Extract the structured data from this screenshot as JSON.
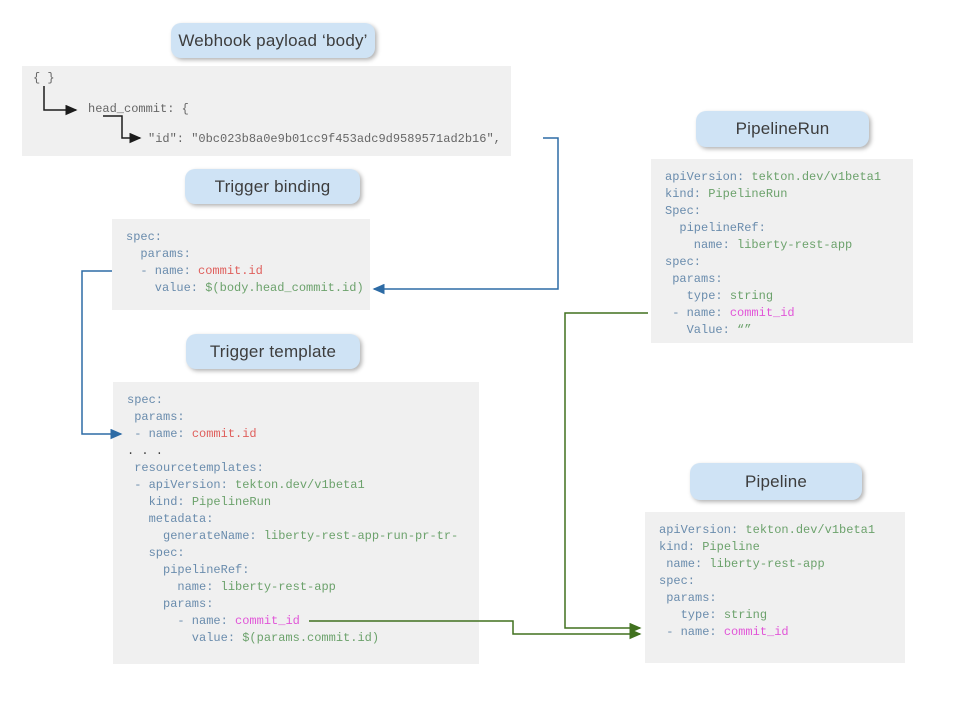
{
  "colors": {
    "background": "#ffffff",
    "label_bg": "#cfe3f5",
    "label_text": "#3d3d3d",
    "box_bg": "#f0f0f0",
    "key": "#6a8cad",
    "value_green": "#6ca26c",
    "param_red": "#df5f5c",
    "param_magenta": "#e156d8",
    "plain_gray": "#666666",
    "dots_gray": "#414141",
    "arrow_blue": "#2d6ba5",
    "arrow_green": "#40711f",
    "arrow_black": "#1c1c1c"
  },
  "labels": {
    "webhook": "Webhook payload ‘body’",
    "trigger_binding": "Trigger binding",
    "trigger_template": "Trigger template",
    "pipeline_run": "PipelineRun",
    "pipeline": "Pipeline"
  },
  "webhook_box": {
    "line_braces": "{ }",
    "line_head_commit": "head_commit: {",
    "line_id": "\"id\": \"0bc023b8a0e9b01cc9f453adc9d9589571ad2b16\","
  },
  "code_blocks": {
    "trigger_binding": {
      "lines": [
        [
          [
            "k",
            "spec:"
          ]
        ],
        [
          [
            "k",
            "  params:"
          ]
        ],
        [
          [
            "k",
            "  - name: "
          ],
          [
            "r",
            "commit.id"
          ]
        ],
        [
          [
            "k",
            "    value: "
          ],
          [
            "v",
            "$(body.head_commit.id)"
          ]
        ]
      ]
    },
    "trigger_template": {
      "lines": [
        [
          [
            "k",
            "spec:"
          ]
        ],
        [
          [
            "k",
            " params:"
          ]
        ],
        [
          [
            "k",
            " - name: "
          ],
          [
            "r",
            "commit.id"
          ]
        ],
        [
          [
            "d",
            ". . ."
          ]
        ],
        [
          [
            "k",
            " resourcetemplates:"
          ]
        ],
        [
          [
            "k",
            " - apiVersion: "
          ],
          [
            "v",
            "tekton.dev/v1beta1"
          ]
        ],
        [
          [
            "k",
            "   kind: "
          ],
          [
            "v",
            "PipelineRun"
          ]
        ],
        [
          [
            "k",
            "   metadata:"
          ]
        ],
        [
          [
            "k",
            "     generateName: "
          ],
          [
            "v",
            "liberty-rest-app-run-pr-tr-"
          ]
        ],
        [
          [
            "k",
            "   spec:"
          ]
        ],
        [
          [
            "k",
            "     pipelineRef:"
          ]
        ],
        [
          [
            "k",
            "       name: "
          ],
          [
            "v",
            "liberty-rest-app"
          ]
        ],
        [
          [
            "k",
            "     params:"
          ]
        ],
        [
          [
            "k",
            "       - name: "
          ],
          [
            "m",
            "commit_id"
          ]
        ],
        [
          [
            "k",
            "         value: "
          ],
          [
            "v",
            "$(params.commit.id)"
          ]
        ]
      ]
    },
    "pipeline_run": {
      "lines": [
        [
          [
            "k",
            "apiVersion: "
          ],
          [
            "v",
            "tekton.dev/v1beta1"
          ]
        ],
        [
          [
            "k",
            "kind: "
          ],
          [
            "v",
            "PipelineRun"
          ]
        ],
        [
          [
            "k",
            "Spec:"
          ]
        ],
        [
          [
            "k",
            "  pipelineRef:"
          ]
        ],
        [
          [
            "k",
            "    name: "
          ],
          [
            "v",
            "liberty-rest-app"
          ]
        ],
        [
          [
            "k",
            "spec:"
          ]
        ],
        [
          [
            "k",
            " params:"
          ]
        ],
        [
          [
            "k",
            "   type: "
          ],
          [
            "v",
            "string"
          ]
        ],
        [
          [
            "k",
            " - name: "
          ],
          [
            "m",
            "commit_id"
          ]
        ],
        [
          [
            "k",
            "   Value: "
          ],
          [
            "v",
            "“”"
          ]
        ]
      ]
    },
    "pipeline": {
      "lines": [
        [
          [
            "k",
            "apiVersion: "
          ],
          [
            "v",
            "tekton.dev/v1beta1"
          ]
        ],
        [
          [
            "k",
            "kind: "
          ],
          [
            "v",
            "Pipeline"
          ]
        ],
        [
          [
            "k",
            " name: "
          ],
          [
            "v",
            "liberty-rest-app"
          ]
        ],
        [
          [
            "k",
            "spec:"
          ]
        ],
        [
          [
            "k",
            " params:"
          ]
        ],
        [
          [
            "k",
            "   type: "
          ],
          [
            "v",
            "string"
          ]
        ],
        [
          [
            "k",
            " - name: "
          ],
          [
            "m",
            "commit_id"
          ]
        ]
      ]
    }
  }
}
